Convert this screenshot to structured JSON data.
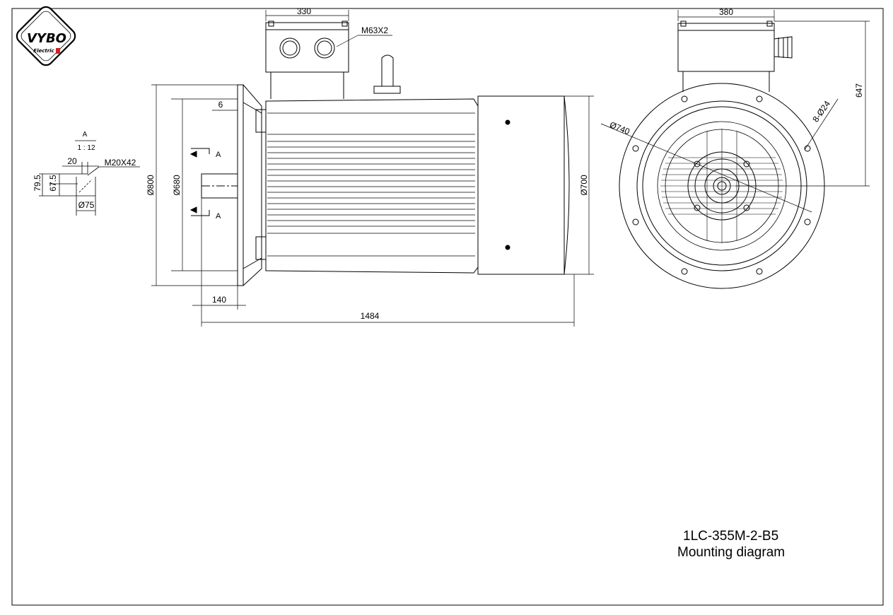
{
  "logo": {
    "brand": "VYBO",
    "sub": "Electric"
  },
  "section": {
    "label": "A",
    "scale": "1 : 12"
  },
  "section_cut": {
    "left": "A",
    "right": "A"
  },
  "dims": {
    "terminal_box_width": "330",
    "cable_gland": "M63X2",
    "flange_thickness": "6",
    "flange_od": "Ø800",
    "spigot_dia": "Ø680",
    "motor_body_dia": "Ø700",
    "shaft_extension": "140",
    "overall_length": "1484",
    "key_width": "20",
    "shaft_thread": "M20X42",
    "key_height_outer": "79.5",
    "key_height_inner": "67.5",
    "shaft_dia": "Ø75",
    "end_box_width": "380",
    "end_height": "647",
    "pcd": "Ø740",
    "holes": "8-Ø24"
  },
  "title_block": {
    "model": "1LC-355M-2-B5",
    "caption": "Mounting diagram"
  }
}
